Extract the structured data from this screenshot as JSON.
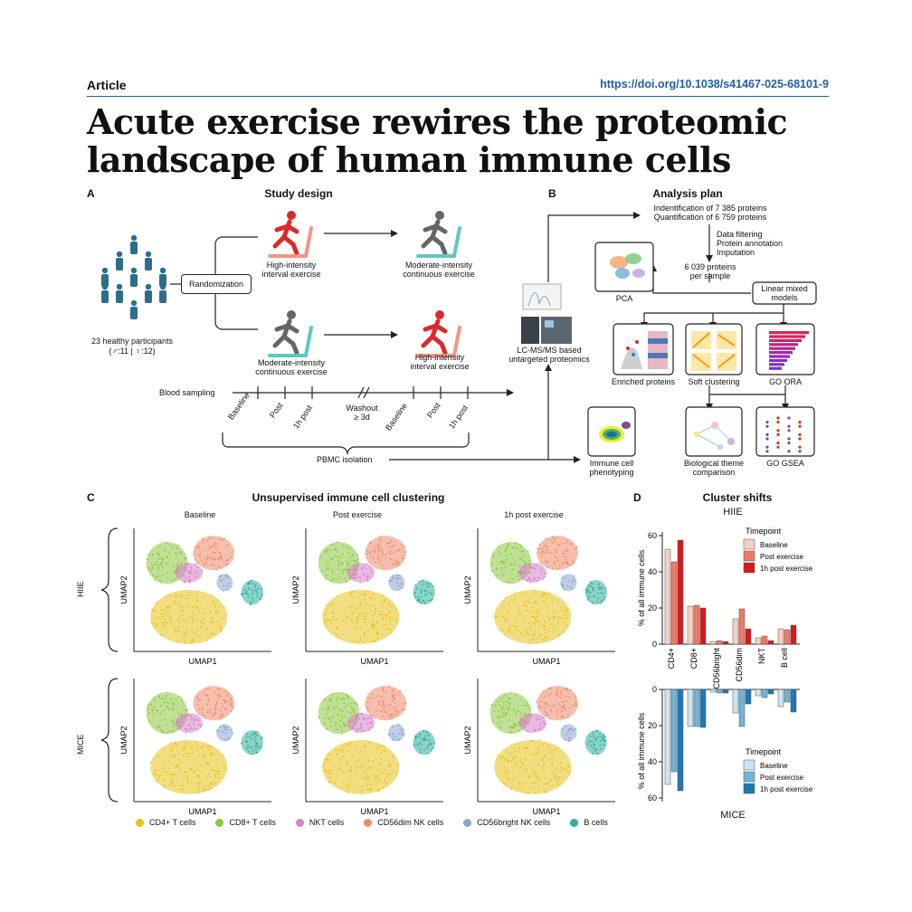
{
  "header": {
    "label": "Article",
    "doi": "https://doi.org/10.1038/s41467-025-68101-9"
  },
  "title": {
    "line1": "Acute exercise rewires the proteomic",
    "line2": "landscape of human immune cells"
  },
  "panelA": {
    "letter": "A",
    "title": "Study design",
    "participants": "23 healthy participants",
    "participants_split": "(♂:11 | ♀:12)",
    "randomization": "Randomization",
    "hiie1": [
      "High-intensity",
      "interval exercise"
    ],
    "mice1": [
      "Moderate-intensity",
      "continuous exercise"
    ],
    "mice2": [
      "Moderate-intensity",
      "continuous exercise"
    ],
    "hiie2": [
      "High-intensity",
      "interval exercise"
    ],
    "blood": "Blood sampling",
    "washout": [
      "Washout",
      "≥ 3d"
    ],
    "timepoints1": [
      "Baseline",
      "Post",
      "1h post"
    ],
    "timepoints2": [
      "Baseline",
      "Post",
      "1h post"
    ],
    "pbmc": "PBMC isolation",
    "lcms": [
      "LC-MS/MS based",
      "untargeted proteomics"
    ]
  },
  "panelB": {
    "letter": "B",
    "title": "Analysis plan",
    "ident": [
      "Indentification of 7 385 proteins",
      "Quantification of 6 759 proteins"
    ],
    "steps": [
      "Data filtering",
      "Protein annotation",
      "Imputation"
    ],
    "proteins": [
      "6 039 proteins",
      "per sample"
    ],
    "pca": "PCA",
    "lmm": [
      "Linear mixed",
      "models"
    ],
    "enriched": "Enriched proteins",
    "soft": "Soft clustering",
    "gora": "GO ORA",
    "immune": [
      "Immune cell",
      "phenotyping"
    ],
    "bio": [
      "Biological theme",
      "comparison"
    ],
    "gsea": "GO GSEA"
  },
  "panelC": {
    "letter": "C",
    "title": "Unsupervised immune cell clustering",
    "cols": [
      "Baseline",
      "Post exercise",
      "1h post exercise"
    ],
    "rows": [
      "HIIE",
      "MICE"
    ],
    "xlabel": "UMAP1",
    "ylabel": "UMAP2",
    "legend": [
      {
        "label": "CD4+ T cells",
        "color": "#e8c21a"
      },
      {
        "label": "CD8+ T cells",
        "color": "#8cc63f"
      },
      {
        "label": "NKT cells",
        "color": "#d77fc8"
      },
      {
        "label": "CD56dim NK cells",
        "color": "#ee8a6a"
      },
      {
        "label": "CD56bright NK cells",
        "color": "#8ca6cf"
      },
      {
        "label": "B cells",
        "color": "#2fae9b"
      }
    ]
  },
  "panelD": {
    "letter": "D",
    "title": "Cluster shifts",
    "top_label": "HIIE",
    "bottom_label": "MICE",
    "ylabel": "% of all immune cells",
    "legend_title": "Timepoint",
    "legend": [
      "Baseline",
      "Post exercise",
      "1h post exercise"
    ]
  },
  "chart_data": [
    {
      "type": "bar",
      "title": "HIIE",
      "categories": [
        "CD4+",
        "CD8+",
        "CD56bright",
        "CD56dim",
        "NKT",
        "B cell"
      ],
      "series": [
        {
          "name": "Baseline",
          "values": [
            52.5,
            21,
            1.5,
            14,
            3.5,
            8.5
          ],
          "color": "#f6cfc3"
        },
        {
          "name": "Post exercise",
          "values": [
            45.5,
            21.5,
            2,
            19.5,
            4.5,
            8
          ],
          "color": "#ee7a66"
        },
        {
          "name": "1h post exercise",
          "values": [
            57.5,
            20,
            1.5,
            8.5,
            2,
            10.5
          ],
          "color": "#d7191c"
        }
      ],
      "ylabel": "% of all immune cells",
      "ylim": [
        0,
        60
      ],
      "yticks": [
        0,
        20,
        40,
        60
      ]
    },
    {
      "type": "bar",
      "title": "MICE",
      "categories": [
        "CD4+",
        "CD8+",
        "CD56bright",
        "CD56dim",
        "NKT",
        "B cell"
      ],
      "series": [
        {
          "name": "Baseline",
          "values": [
            52.5,
            20.5,
            1.5,
            13,
            3.5,
            9.5
          ],
          "color": "#cde3f1"
        },
        {
          "name": "Post exercise",
          "values": [
            45.5,
            20.5,
            2,
            20.5,
            4.5,
            7
          ],
          "color": "#73b3d8"
        },
        {
          "name": "1h post exercise",
          "values": [
            56,
            21,
            2,
            8,
            2.5,
            12.5
          ],
          "color": "#1f78b4"
        }
      ],
      "ylabel": "% of all immune cells",
      "ylim": [
        0,
        60
      ],
      "yticks": [
        0,
        20,
        40,
        60
      ]
    }
  ]
}
